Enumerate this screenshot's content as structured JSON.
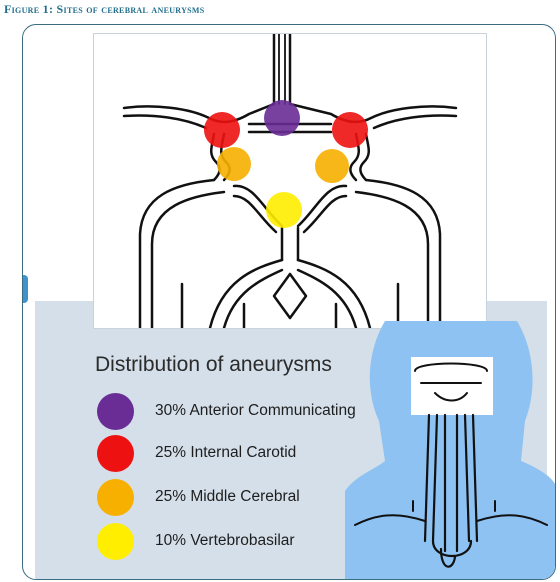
{
  "caption": "Figure 1: Sites of cerebral aneurysms",
  "legend": {
    "title": "Distribution of aneurysms",
    "items": [
      {
        "label": "30% Anterior Communicating",
        "percent": 30,
        "color": "#6a2d96"
      },
      {
        "label": "25% Internal Carotid",
        "percent": 25,
        "color": "#ee1111"
      },
      {
        "label": "25% Middle Cerebral",
        "percent": 25,
        "color": "#f7b000"
      },
      {
        "label": "10% Vertebrobasilar",
        "percent": 10,
        "color": "#ffee00"
      }
    ]
  },
  "colors": {
    "caption": "#1f6e8c",
    "frame_border": "#3a6c82",
    "panel": "#d4dfe9",
    "silhouette": "#8ec2f2",
    "vessel": "#111111"
  }
}
